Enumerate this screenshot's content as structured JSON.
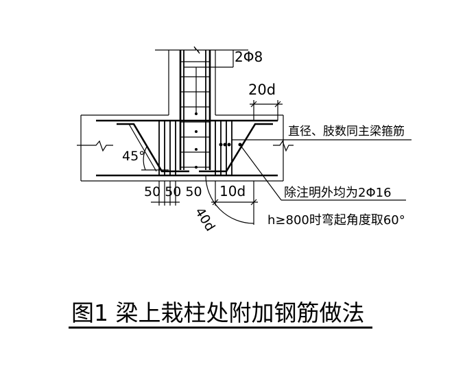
{
  "drawing": {
    "labels": {
      "column_bars": "2Φ8",
      "anchor_len": "20d",
      "stirrup_note": "直径、肢数同主梁箍筋",
      "angle": "45°",
      "spacing": "50 50 50",
      "hook_len": "10d",
      "default_bars": "除注明外均为2Φ16",
      "bend_radius": "40d",
      "h_note": "h≥800时弯起角度取60°"
    },
    "caption": "图1 梁上栽柱处附加钢筋做法"
  }
}
